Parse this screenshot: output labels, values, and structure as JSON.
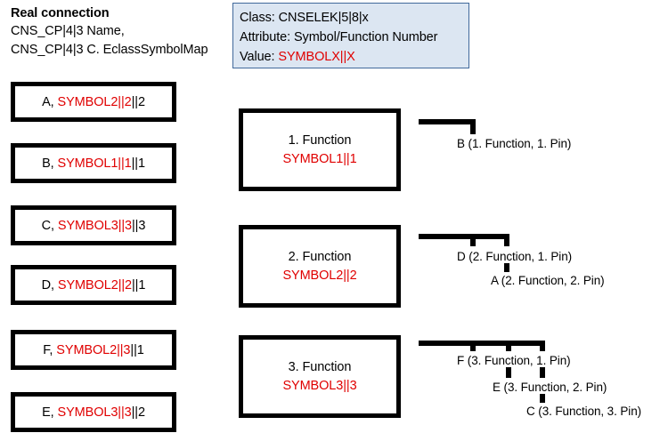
{
  "header": {
    "title": "Real connection",
    "line1": "CNS_CP|4|3 Name,",
    "line2": "CNS_CP|4|3 C. EclassSymbolMap"
  },
  "legend": {
    "class_label": "Class: ",
    "class_value": "CNSELEK|5|8|x",
    "attribute_label": "Attribute: ",
    "attribute_value": "Symbol/Function Number",
    "value_label": "Value: ",
    "value_value": "SYMBOLX||X",
    "fill_color": "#dce6f2",
    "border_color": "#41699b",
    "accent_color": "#e00000"
  },
  "symbol_boxes": [
    {
      "prefix": "A, ",
      "highlight": "SYMBOL2||2",
      "suffix": "||2"
    },
    {
      "prefix": "B, ",
      "highlight": "SYMBOL1||1",
      "suffix": "||1"
    },
    {
      "prefix": "C, ",
      "highlight": "SYMBOL3||3",
      "suffix": "||3"
    },
    {
      "prefix": "D, ",
      "highlight": "SYMBOL2||2",
      "suffix": "||1"
    },
    {
      "prefix": "F, ",
      "highlight": "SYMBOL2||3",
      "suffix": "||1"
    },
    {
      "prefix": "E, ",
      "highlight": "SYMBOL3||3",
      "suffix": "||2"
    }
  ],
  "function_boxes": [
    {
      "title": "1. Function",
      "symbol": "SYMBOL1||1"
    },
    {
      "title": "2. Function",
      "symbol": "SYMBOL2||2"
    },
    {
      "title": "3. Function",
      "symbol": "SYMBOL3||3"
    }
  ],
  "pin_trees": [
    {
      "labels": [
        "B (1. Function, 1. Pin)"
      ]
    },
    {
      "labels": [
        "D (2. Function, 1. Pin)",
        "A (2. Function, 2. Pin)"
      ]
    },
    {
      "labels": [
        "F  (3. Function, 1. Pin)",
        "E (3. Function, 2. Pin)",
        "C (3. Function, 3. Pin)"
      ]
    }
  ]
}
